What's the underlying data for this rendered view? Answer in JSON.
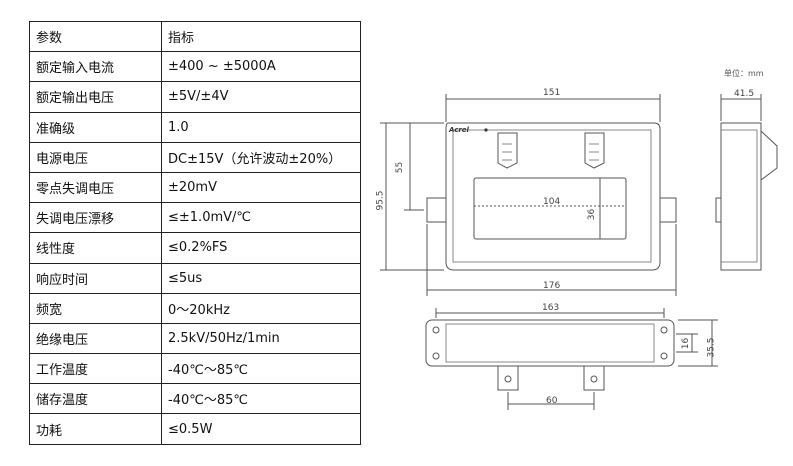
{
  "table": {
    "header": {
      "param": "参数",
      "spec": "指标"
    },
    "rows": [
      {
        "param": "额定输入电流",
        "spec": "±400 ~ ±5000A"
      },
      {
        "param": "额定输出电压",
        "spec": "±5V/±4V"
      },
      {
        "param": "准确级",
        "spec": "1.0"
      },
      {
        "param": "电源电压",
        "spec": "DC±15V（允许波动±20%）"
      },
      {
        "param": "零点失调电压",
        "spec": "±20mV"
      },
      {
        "param": "失调电压漂移",
        "spec": "≤±1.0mV/℃"
      },
      {
        "param": "线性度",
        "spec": "≤0.2%FS"
      },
      {
        "param": "响应时间",
        "spec": "≤5us"
      },
      {
        "param": "频宽",
        "spec": "0～20kHz"
      },
      {
        "param": "绝缘电压",
        "spec": "2.5kV/50Hz/1min"
      },
      {
        "param": "工作温度",
        "spec": "-40℃～85℃"
      },
      {
        "param": "储存温度",
        "spec": "-40℃～85℃"
      },
      {
        "param": "功耗",
        "spec": "≤0.5W"
      }
    ]
  },
  "drawing": {
    "unit_label": "单位：mm",
    "brand": "Acrel",
    "dims": {
      "width_top": "151",
      "width_total": "176",
      "window_width": "104",
      "window_height": "36",
      "upper_height": "55",
      "total_height": "95.5",
      "side_depth": "41.5",
      "bottom_length": "163",
      "bottom_height": "35.5",
      "bottom_inner": "16",
      "pin_spacing": "60"
    }
  }
}
